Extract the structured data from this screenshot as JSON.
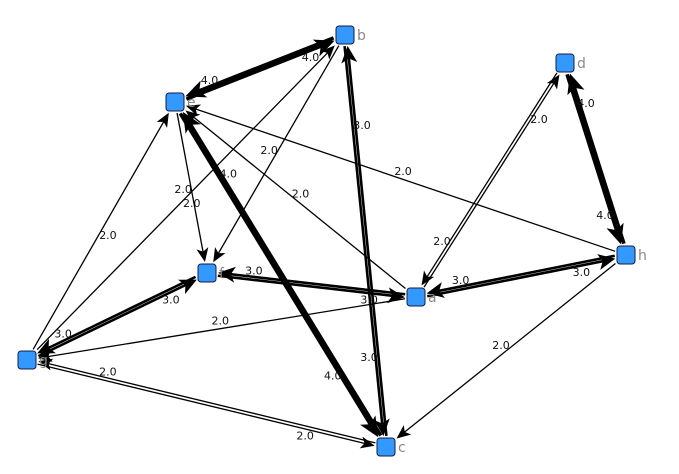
{
  "graph": {
    "type": "directed-weighted-network",
    "node_color": "#3399ff",
    "node_border": "#1a1a40",
    "edge_color": "#000000",
    "label_color": "#8a8a8a",
    "nodes": [
      {
        "id": "a",
        "label": "a"
      },
      {
        "id": "b",
        "label": "b"
      },
      {
        "id": "c",
        "label": "c"
      },
      {
        "id": "d",
        "label": "d"
      },
      {
        "id": "e",
        "label": "e"
      },
      {
        "id": "f",
        "label": "f"
      },
      {
        "id": "g",
        "label": "g"
      },
      {
        "id": "h",
        "label": "h"
      }
    ],
    "edges": [
      {
        "source": "e",
        "target": "b",
        "weight": "4.0"
      },
      {
        "source": "b",
        "target": "e",
        "weight": "4.0"
      },
      {
        "source": "b",
        "target": "f",
        "weight": "2.0"
      },
      {
        "source": "g",
        "target": "b",
        "weight": "2.0"
      },
      {
        "source": "c",
        "target": "b",
        "weight": "3.0"
      },
      {
        "source": "b",
        "target": "c",
        "weight": "3.0"
      },
      {
        "source": "e",
        "target": "f",
        "weight": "2.0"
      },
      {
        "source": "e",
        "target": "c",
        "weight": "4.0"
      },
      {
        "source": "c",
        "target": "e",
        "weight": "4.0"
      },
      {
        "source": "a",
        "target": "e",
        "weight": "2.0"
      },
      {
        "source": "h",
        "target": "e",
        "weight": "2.0"
      },
      {
        "source": "g",
        "target": "e",
        "weight": "2.0"
      },
      {
        "source": "a",
        "target": "d",
        "weight": "2.0"
      },
      {
        "source": "d",
        "target": "a",
        "weight": "2.0"
      },
      {
        "source": "d",
        "target": "h",
        "weight": "4.0"
      },
      {
        "source": "h",
        "target": "d",
        "weight": "4.0"
      },
      {
        "source": "a",
        "target": "h",
        "weight": "3.0"
      },
      {
        "source": "h",
        "target": "a",
        "weight": "3.0"
      },
      {
        "source": "h",
        "target": "c",
        "weight": "2.0"
      },
      {
        "source": "f",
        "target": "a",
        "weight": "3.0"
      },
      {
        "source": "a",
        "target": "f",
        "weight": "3.0"
      },
      {
        "source": "a",
        "target": "g",
        "weight": "2.0"
      },
      {
        "source": "f",
        "target": "g",
        "weight": "3.0"
      },
      {
        "source": "g",
        "target": "f",
        "weight": "3.0"
      },
      {
        "source": "g",
        "target": "c",
        "weight": "2.0"
      },
      {
        "source": "c",
        "target": "g",
        "weight": "2.0"
      }
    ]
  }
}
